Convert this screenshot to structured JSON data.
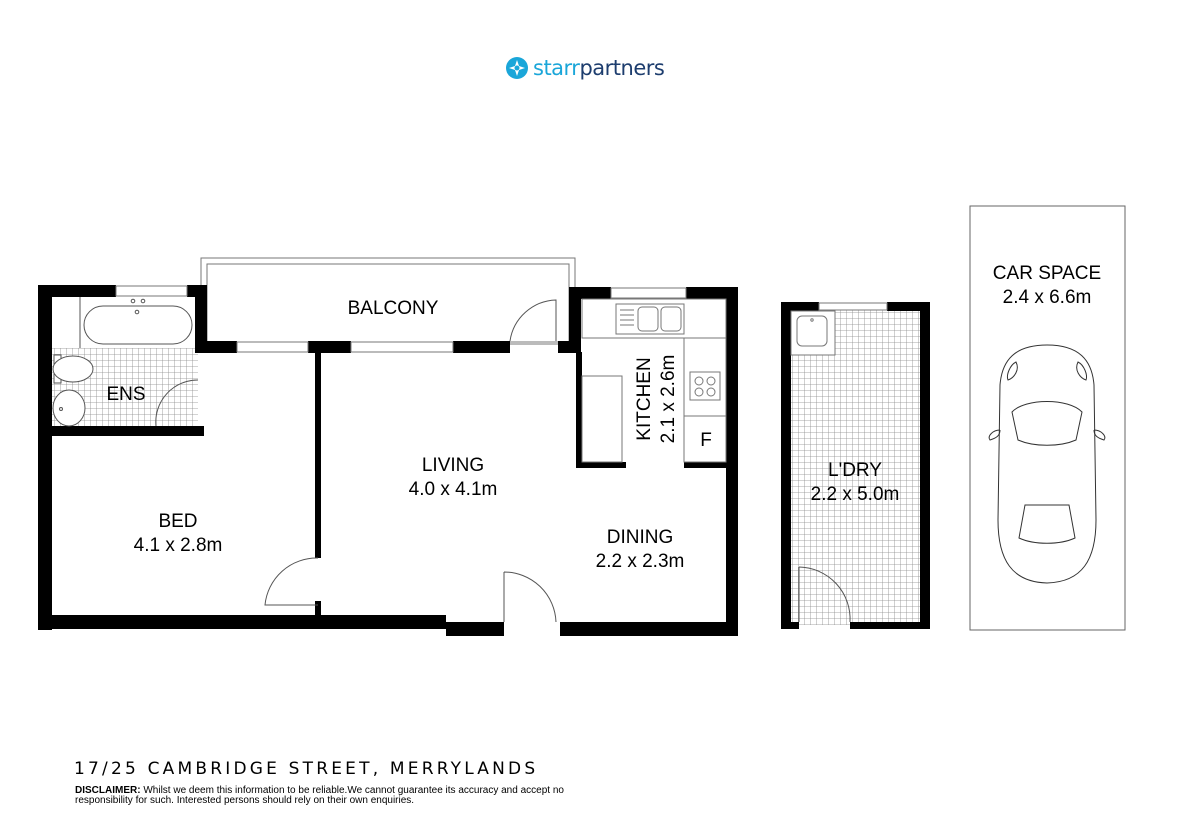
{
  "brand": {
    "name_part1": "starr",
    "name_part2": "partners",
    "accent_color": "#1aa6d9",
    "dark_color": "#1d3d6e"
  },
  "rooms": {
    "balcony": {
      "name": "BALCONY"
    },
    "ensuite": {
      "name": "ENS"
    },
    "bed": {
      "name": "BED",
      "size": "4.1 x 2.8m"
    },
    "living": {
      "name": "LIVING",
      "size": "4.0 x 4.1m"
    },
    "kitchen": {
      "name": "KITCHEN",
      "size": "2.1 x 2.6m",
      "fridge": "F"
    },
    "dining": {
      "name": "DINING",
      "size": "2.2 x 2.3m"
    },
    "laundry": {
      "name": "L'DRY",
      "size": "2.2 x 5.0m"
    },
    "car_space": {
      "name": "CAR SPACE",
      "size": "2.4 x 6.6m"
    }
  },
  "footer": {
    "address": "17/25 CAMBRIDGE STREET, MERRYLANDS",
    "disclaimer_label": "DISCLAIMER:",
    "disclaimer_text": " Whilst we deem this information to be reliable.We cannot guarantee its accuracy and accept no responsibility for such. Interested persons should rely on their own enquiries."
  }
}
